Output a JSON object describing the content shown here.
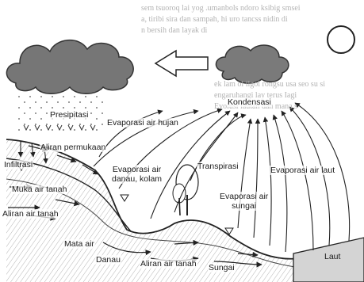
{
  "background_text": [
    "sem tsuoroq lai yog .umanbols ndoro ksibig smsei",
    "a, tiribi sira dan sampah, hi uro tancss nidin di",
    "n bersih dan layak di",
    "ek lam ol ilgol rongsu usa seo su si",
    "engaruhangi lay terus Iagi",
    "Evolusi lautan dan mana s"
  ],
  "labels": {
    "presipitasi": "Presipitasi",
    "evaporasi_hujan": "Evaporasi air hujan",
    "kondensasi": "Kondensasi",
    "aliran_permukaan": "Aliran permukaan",
    "infiltrasi": "Infiltrasi",
    "muka_air_tanah": "Muka air tanah",
    "aliran_air_tanah_kiri": "Aliran air tanah",
    "evaporasi_danau": "Evaporasi air\ndanau, kolam",
    "transpirasi": "Transpirasi",
    "evaporasi_sungai": "Evaporasi air\nsungai",
    "evaporasi_laut": "Evaporasi air laut",
    "mata_air": "Mata air",
    "danau": "Danau",
    "aliran_air_tanah_bawah": "Aliran air tanah",
    "sungai": "Sungai",
    "laut": "Laut"
  },
  "colors": {
    "cloud_fill": "#6f6f6f",
    "cloud_outline": "#333333",
    "sun_fill": "#ffffff",
    "line": "#222222",
    "ground_hatch": "#444444",
    "sea_fill": "#c8c8c8"
  }
}
